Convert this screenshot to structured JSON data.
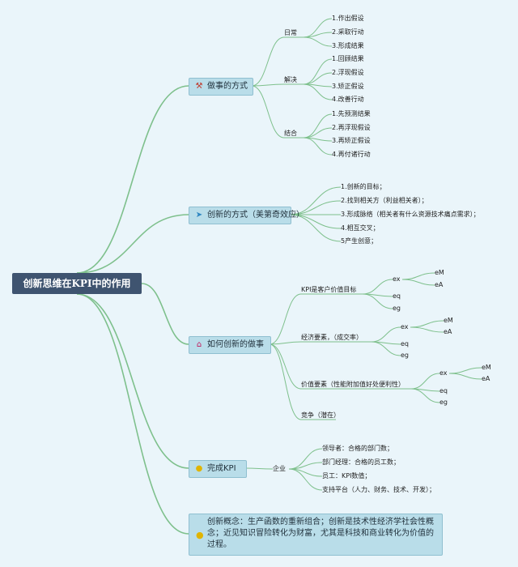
{
  "root": "创新思维在KPI中的作用",
  "branches": [
    {
      "label": "做事的方式",
      "icon": "wrench-icon",
      "groups": [
        {
          "label": "日常",
          "items": [
            "1.作出假设",
            "2.采取行动",
            "3.形成结果"
          ]
        },
        {
          "label": "解决",
          "items": [
            "1.回顾结果",
            "2.浮现假设",
            "3.矫正假设",
            "4.改善行动"
          ]
        },
        {
          "label": "结合",
          "items": [
            "1.先预测结果",
            "2.再浮现假设",
            "3.再矫正假设",
            "4.再付诸行动"
          ]
        }
      ]
    },
    {
      "label": "创新的方式（美第奇效应）",
      "icon": "paper-plane-icon",
      "items": [
        "1.创新的目标；",
        "2.找到相关方（利益相关者）；",
        "3.形成脉络（相关者有什么资源技术痛点需求）；",
        "4.相互交叉；",
        "5产生创意；"
      ]
    },
    {
      "label": "如何创新的做事",
      "icon": "home-icon",
      "groups": [
        {
          "label": "KPI是客户价值目标",
          "ex": "ex",
          "ex_children": [
            "eM",
            "eA"
          ],
          "others": [
            "eq",
            "eg"
          ]
        },
        {
          "label": "经济要素，（成交率）",
          "ex": "ex",
          "ex_children": [
            "eM",
            "eA"
          ],
          "others": [
            "eq",
            "eg"
          ]
        },
        {
          "label": "价值要素（性能附加值好处便利性）",
          "ex": "ex",
          "ex_children": [
            "eM",
            "eA"
          ],
          "others": [
            "eq",
            "eg"
          ]
        },
        {
          "label": "竞争（潜在）"
        }
      ]
    },
    {
      "label": "完成KPI",
      "icon": "lightbulb-icon",
      "sub": "企业",
      "items": [
        "领导者：合格的部门数；",
        "部门经理：合格的员工数；",
        "员工：KPI数值；",
        "支持平台（人力、财务、技术、开发）；"
      ]
    }
  ],
  "note": {
    "icon": "lightbulb-icon",
    "text": "创新概念：生产函数的重新组合；创新是技术性经济学社会性概念；近见知识冒险转化为财富，尤其是科技和商业转化为价值的过程。"
  },
  "colors": {
    "line": "#7ec08c",
    "root_bg": "#3f5470",
    "node_bg": "#b9dde9"
  }
}
